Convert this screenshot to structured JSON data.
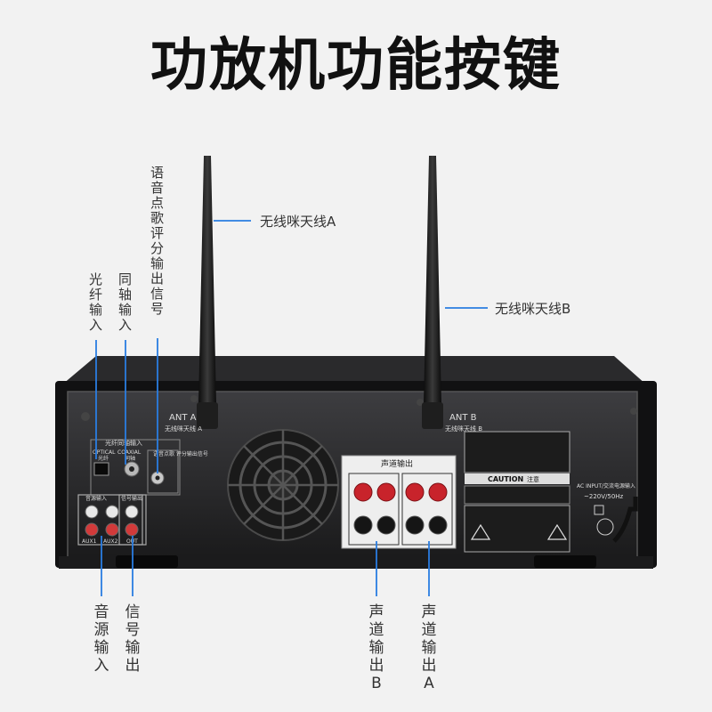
{
  "title": "功放机功能按键",
  "callouts": {
    "antenna_a": "无线咪天线A",
    "antenna_b": "无线咪天线B",
    "voice_output": "语音点歌评分输出信号",
    "optical_in": "光纤输入",
    "coaxial_in": "同轴输入",
    "source_in": "音源输入",
    "signal_out": "信号输出",
    "channel_b": "声道输出B",
    "channel_a": "声道输出A"
  },
  "panel": {
    "ant_a": "ANT A",
    "ant_a_cn": "无线咪天线 A",
    "ant_b": "ANT B",
    "ant_b_cn": "无线咪天线 B",
    "digital_in": "光纤同轴输入",
    "optical": "OPTICAL",
    "optical_cn": "光纤",
    "coaxial": "COAXIAL",
    "coaxial_cn": "同轴",
    "voice_label": "语音点歌 评分输出信号",
    "source_label": "音源输入",
    "signal_label": "信号输出",
    "aux1": "AUX1",
    "aux2": "AUX2",
    "out": "OUT",
    "speaker_out": "声道输出",
    "caution": "CAUTION",
    "caution_cn": "注意",
    "ac_input": "AC INPUT/交流电源输入",
    "ac_voltage": "~220V/50Hz"
  },
  "colors": {
    "accent": "#2a7de1",
    "panel": "#2b2b2d",
    "body": "#161617"
  }
}
